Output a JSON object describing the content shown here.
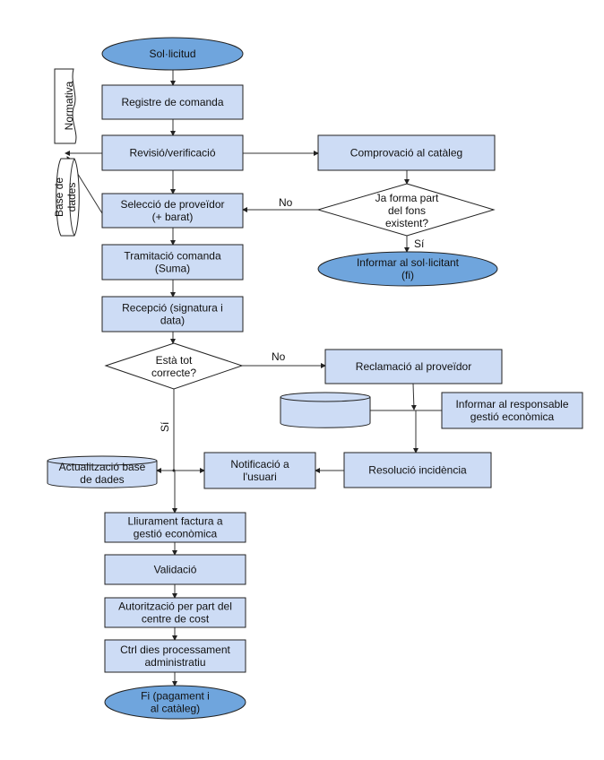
{
  "diagram": {
    "type": "flowchart",
    "colors": {
      "process_fill": "#cddcf5",
      "terminal_fill": "#6fa5dd",
      "stroke": "#222222"
    },
    "nodes": {
      "start": {
        "lines": [
          "Sol·licitud"
        ]
      },
      "registre": {
        "lines": [
          "Registre de comanda"
        ]
      },
      "revisio": {
        "lines": [
          "Revisió/verificació"
        ]
      },
      "seleccio": {
        "lines": [
          "Selecció de proveïdor",
          "(+ barat)"
        ]
      },
      "tramitacio": {
        "lines": [
          "Tramitació comanda",
          "(Suma)"
        ]
      },
      "recepcio": {
        "lines": [
          "Recepció (signatura i",
          "data)"
        ]
      },
      "correcte": {
        "lines": [
          "Està tot",
          "correcte?"
        ]
      },
      "comprovacio": {
        "lines": [
          "Comprovació al catàleg"
        ]
      },
      "fons": {
        "lines": [
          "Ja forma part",
          "del fons",
          "existent?"
        ]
      },
      "informar_sol": {
        "lines": [
          "Informar al sol·licitant",
          "(fi)"
        ]
      },
      "normativa": {
        "lines": [
          "Normativa"
        ]
      },
      "base_dades": {
        "lines": [
          "Base de",
          "dades"
        ]
      },
      "reclamacio": {
        "lines": [
          "Reclamació al proveïdor"
        ]
      },
      "db_reclam": {
        "lines": []
      },
      "informar_resp": {
        "lines": [
          "Informar al responsable",
          "gestió econòmica"
        ]
      },
      "resolucio": {
        "lines": [
          "Resolució incidència"
        ]
      },
      "notificacio": {
        "lines": [
          "Notificació a",
          "l'usuari"
        ]
      },
      "actualitzacio": {
        "lines": [
          "Actualització base",
          "de dades"
        ]
      },
      "lliurament": {
        "lines": [
          "Lliurament factura a",
          "gestió econòmica"
        ]
      },
      "validacio": {
        "lines": [
          "Validació"
        ]
      },
      "autoritzacio": {
        "lines": [
          "Autorització per part del",
          "centre de cost"
        ]
      },
      "ctrl": {
        "lines": [
          "Ctrl dies processament",
          "administratiu"
        ]
      },
      "fi": {
        "lines": [
          "Fi (pagament i",
          "al catàleg)"
        ]
      }
    },
    "edge_labels": {
      "fons_no": "No",
      "fons_si": "Sí",
      "correcte_no": "No",
      "correcte_si": "Sí"
    }
  }
}
